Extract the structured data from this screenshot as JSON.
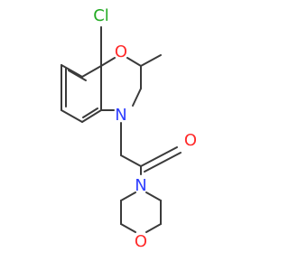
{
  "molecule": {
    "labels": {
      "chlorine": "Cl",
      "ring_oxygen": "O",
      "ring_nitrogen": "N",
      "carbonyl_oxygen": "O",
      "morpholine_nitrogen": "N",
      "morpholine_oxygen": "O"
    },
    "colors": {
      "bond": "#3a3a3a",
      "chlorine": "#22aa22",
      "oxygen": "#ff2a2a",
      "nitrogen": "#2f3fff"
    }
  }
}
